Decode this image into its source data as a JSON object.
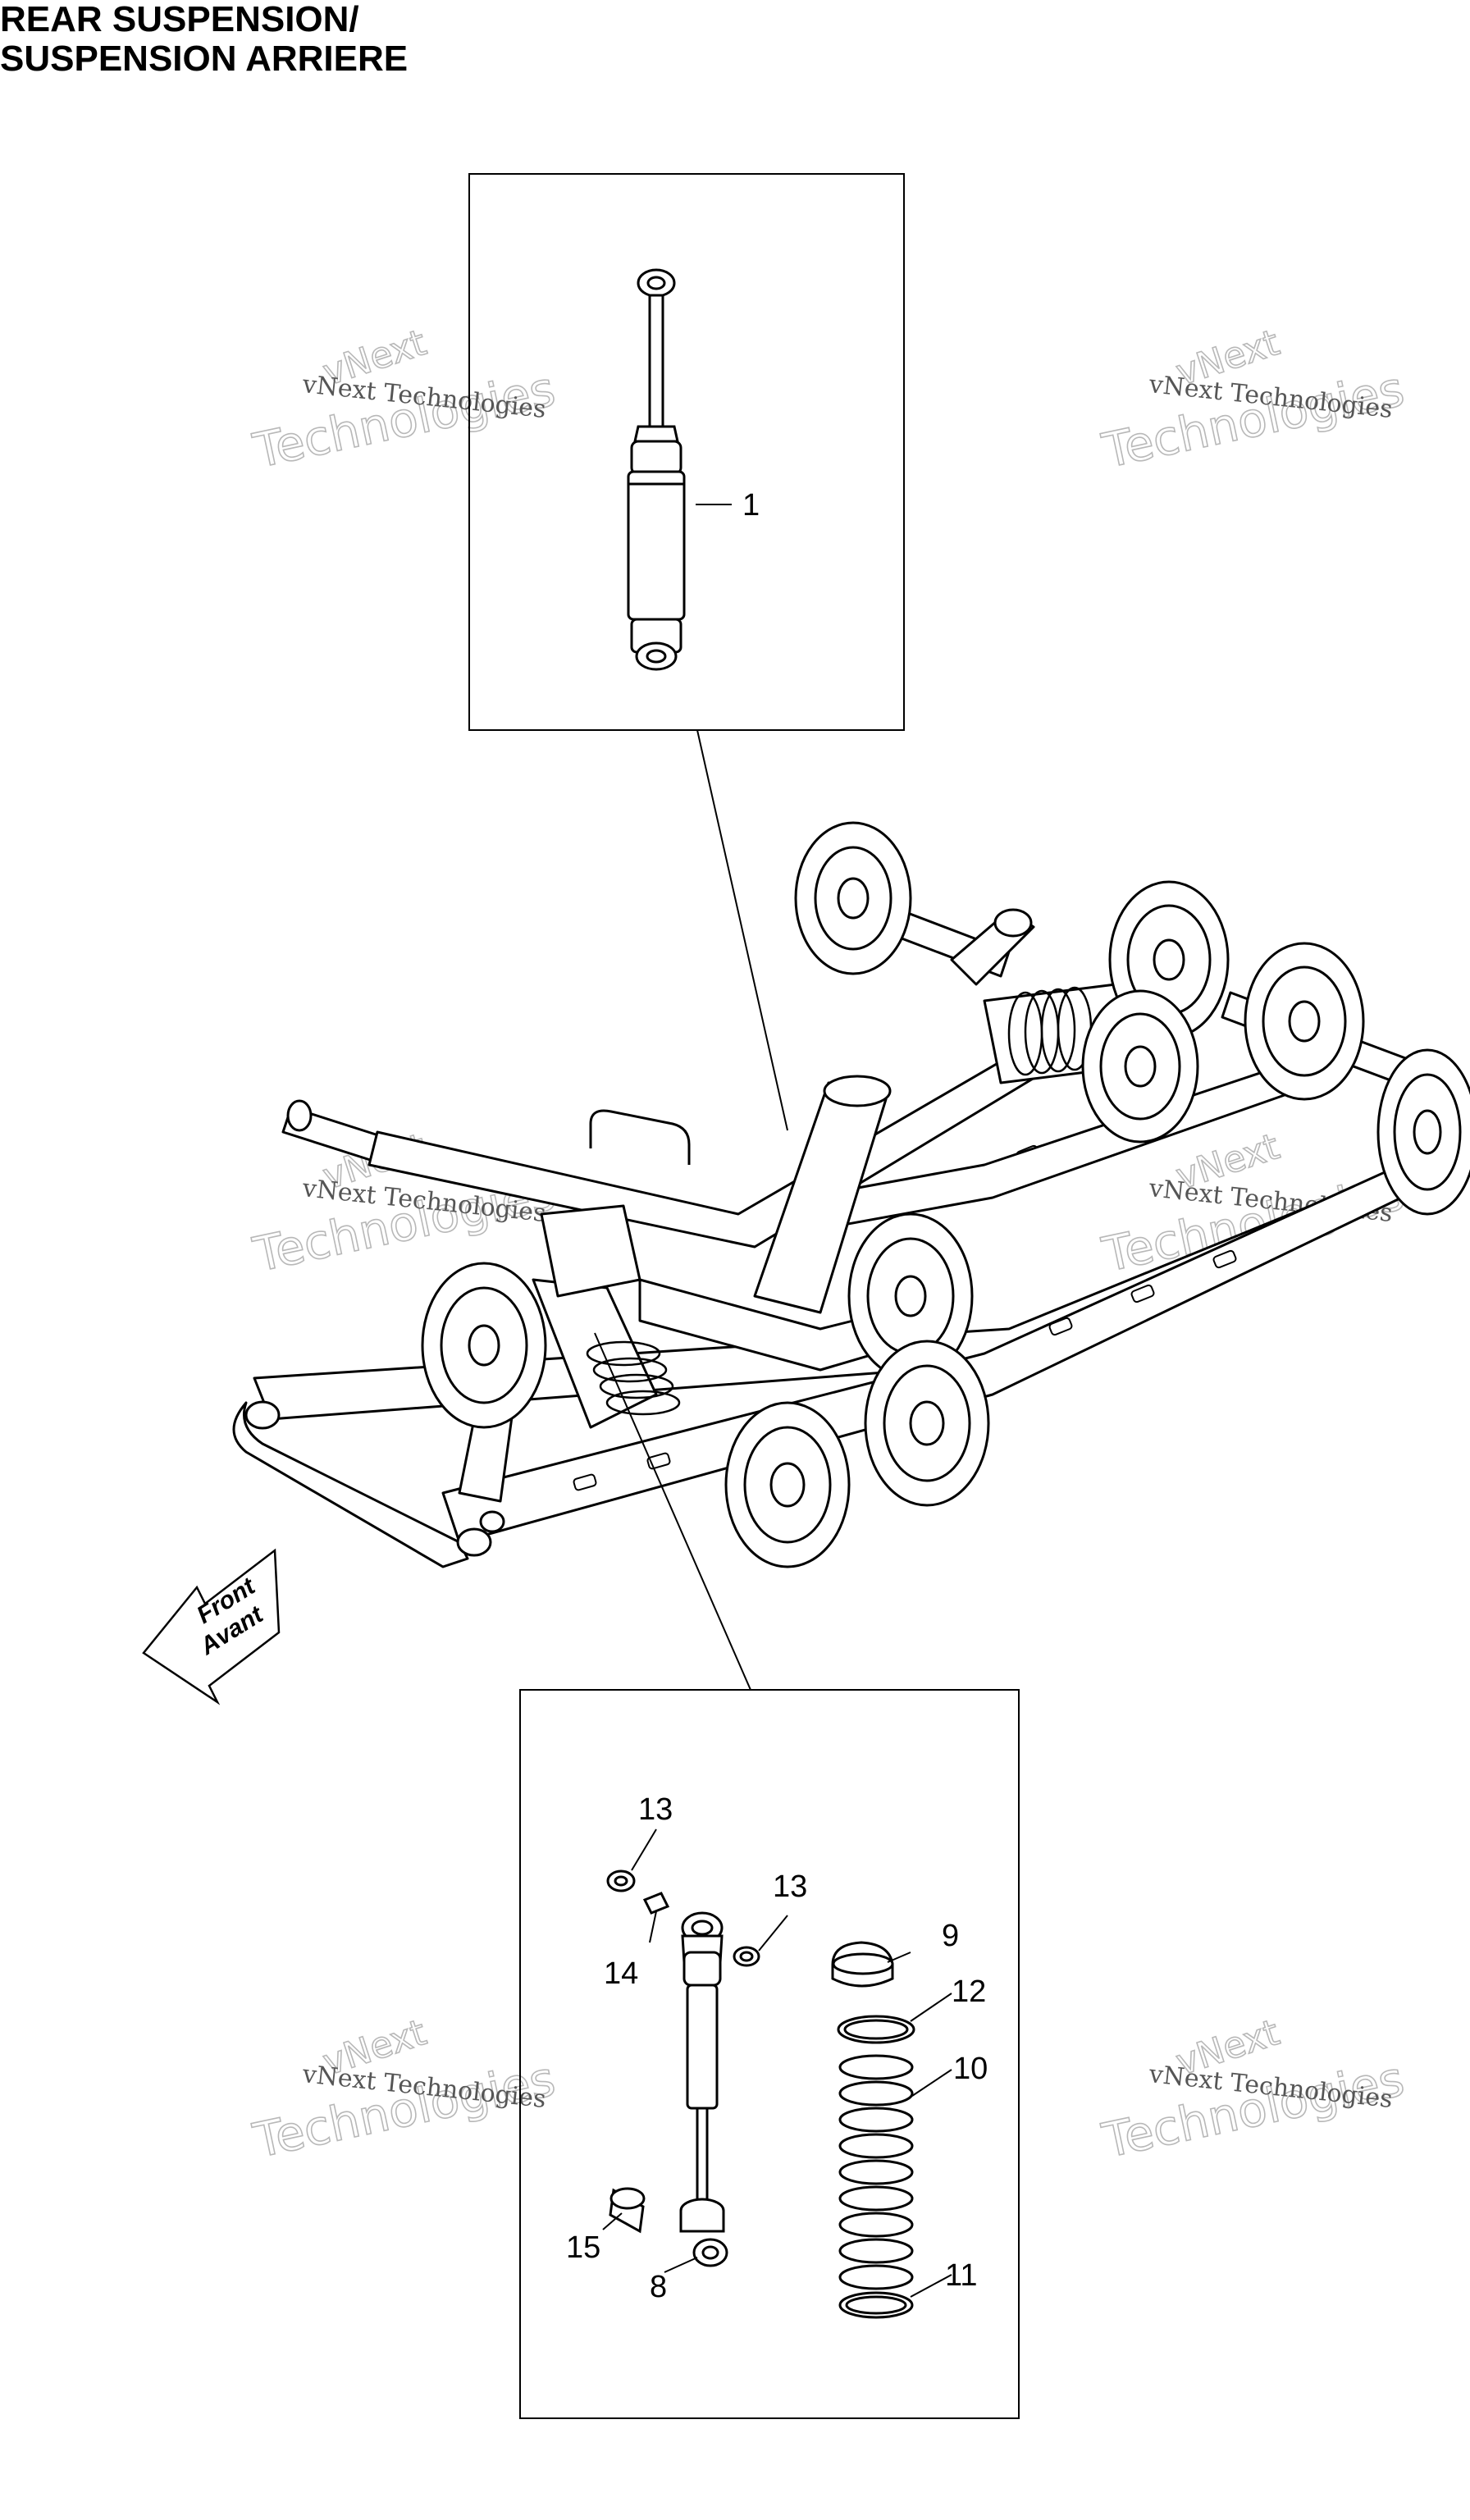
{
  "title": {
    "line1": "REAR SUSPENSION/",
    "line2": "SUSPENSION ARRIERE"
  },
  "callouts": {
    "c1": "1",
    "c8": "8",
    "c9": "9",
    "c10": "10",
    "c11": "11",
    "c12": "12",
    "c13a": "13",
    "c13b": "13",
    "c14": "14",
    "c15": "15"
  },
  "direction": {
    "line1": "Front",
    "line2": "Avant"
  },
  "watermark": {
    "line1": "vNext Technologies",
    "line2": "Technologies",
    "arc": "vNext"
  }
}
